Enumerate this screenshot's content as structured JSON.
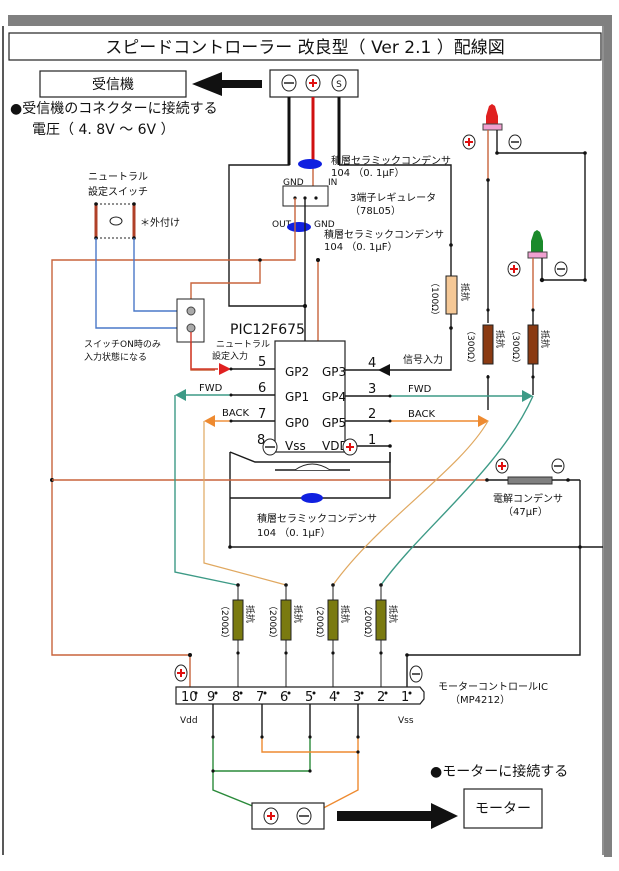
{
  "title": "スピードコントローラー 改良型（ Ver 2.1 ）配線図",
  "receiver": {
    "box_label": "受信機",
    "note_line1": "●受信機のコネクターに接続する",
    "note_line2": "電圧（ 4. 8V ～ 6V ）",
    "connector_pins": [
      "⊖",
      "⊕",
      "Ⓢ"
    ]
  },
  "neutral_switch": {
    "title_line1": "ニュートラル",
    "title_line2": "設定スイッチ",
    "external_note": "＊外付け",
    "on_note_line1": "スイッチON時のみ",
    "on_note_line2": "入力状態になる"
  },
  "capacitors": {
    "ceramic_top_line1": "積層セラミックコンデンサ",
    "ceramic_top_line2": "104 （0. 1μF）",
    "ceramic_mid_line1": "積層セラミックコンデンサ",
    "ceramic_mid_line2": "104 （0. 1μF）",
    "ceramic_bottom_line1": "積層セラミックコンデンサ",
    "ceramic_bottom_line2": "104 （0. 1μF）",
    "electrolytic_line1": "電解コンデンサ",
    "electrolytic_line2": "（47μF）"
  },
  "regulator": {
    "label_line1": "3端子レギュレータ",
    "label_line2": "（78L05）",
    "pin_gnd": "GND",
    "pin_in": "IN",
    "pin_out": "OUT",
    "pin_gnd2": "GND"
  },
  "resistors": {
    "word": "抵抗",
    "signal_value": "（100Ω）",
    "led_value": "（300Ω）",
    "motor_value": "（200Ω）"
  },
  "leds": {
    "red_color": "#e02020",
    "green_color": "#1a8a2a",
    "plus": "⊕",
    "minus": "⊖"
  },
  "pic": {
    "name": "PIC12F675",
    "neutral_input_line1": "ニュートラル",
    "neutral_input_line2": "設定入力",
    "signal_input": "信号入力",
    "left_pins": [
      {
        "num": "5",
        "name": "GP2",
        "signal": ""
      },
      {
        "num": "6",
        "name": "GP1",
        "signal": "FWD"
      },
      {
        "num": "7",
        "name": "GP0",
        "signal": "BACK"
      },
      {
        "num": "8",
        "name": "Vss",
        "signal": ""
      }
    ],
    "right_pins": [
      {
        "num": "4",
        "name": "GP3",
        "signal": ""
      },
      {
        "num": "3",
        "name": "GP4",
        "signal": "FWD"
      },
      {
        "num": "2",
        "name": "GP5",
        "signal": "BACK"
      },
      {
        "num": "1",
        "name": "VDD",
        "signal": ""
      }
    ]
  },
  "motor_ic": {
    "label_line1": "モーターコントロールIC",
    "label_line2": "（MP4212）",
    "pins": [
      "10",
      "9",
      "8",
      "7",
      "6",
      "5",
      "4",
      "3",
      "2",
      "1"
    ],
    "vdd": "Vdd",
    "vss": "Vss",
    "plus": "⊕",
    "minus": "⊖"
  },
  "motor": {
    "note": "●モーターに接続する",
    "box_label": "モーター",
    "plus": "⊕",
    "minus": "⊖"
  },
  "colors": {
    "frame_gray": "#808080",
    "wire_red": "#d33a2a",
    "wire_blue": "#4a78c8",
    "wire_teal": "#3d9a86",
    "wire_orange": "#ee8a30",
    "ceramic_cap": "#1020e0",
    "resistor_signal": "#f5c896",
    "resistor_led": "#8a3a12",
    "resistor_motor": "#7a7a10",
    "electrolytic": "#808080"
  }
}
